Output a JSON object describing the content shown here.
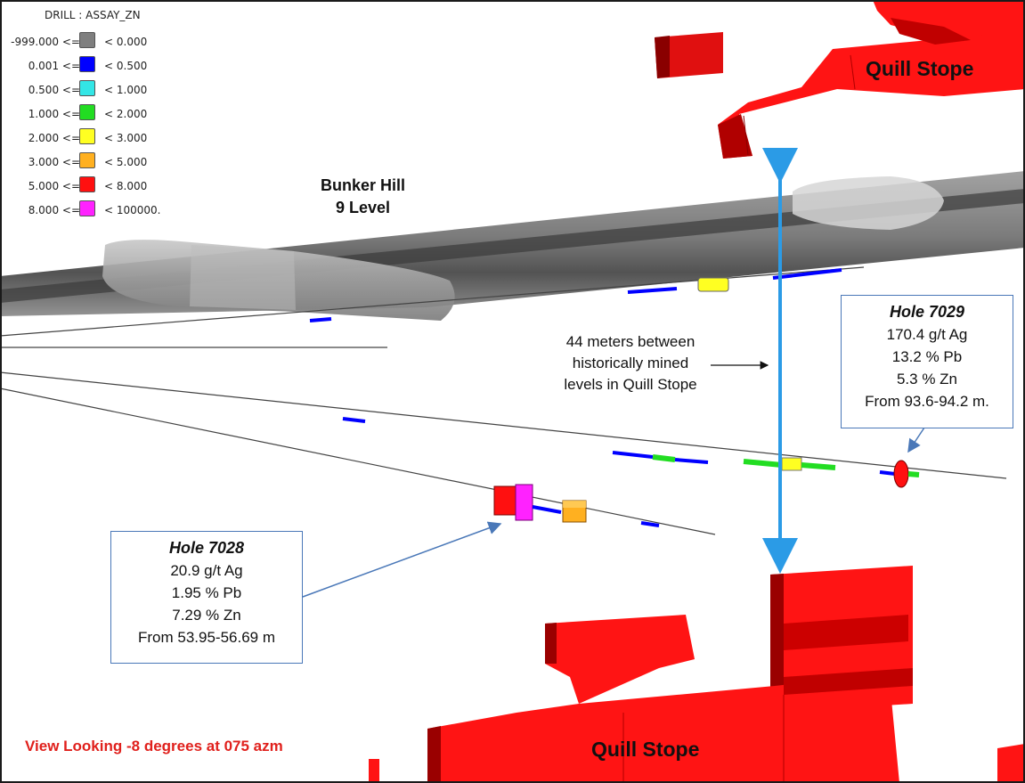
{
  "legend": {
    "title": "DRILL : ASSAY_ZN",
    "rows": [
      {
        "low": "-999.000 <=",
        "high": "< 0.000",
        "color": "#7f7f7f"
      },
      {
        "low": "0.001 <=",
        "high": "< 0.500",
        "color": "#0000ff"
      },
      {
        "low": "0.500 <=",
        "high": "< 1.000",
        "color": "#33e6e6"
      },
      {
        "low": "1.000 <=",
        "high": "< 2.000",
        "color": "#22dd22"
      },
      {
        "low": "2.000 <=",
        "high": "< 3.000",
        "color": "#ffff22"
      },
      {
        "low": "3.000 <=",
        "high": "< 5.000",
        "color": "#ffb020"
      },
      {
        "low": "5.000 <=",
        "high": "< 8.000",
        "color": "#ff1010"
      },
      {
        "low": "8.000 <=",
        "high": "< 100000.",
        "color": "#ff22ff"
      }
    ]
  },
  "level_label": {
    "line1": "Bunker Hill",
    "line2": "9 Level"
  },
  "stope_top_label": "Quill Stope",
  "stope_bottom_label": "Quill Stope",
  "annotation": {
    "line1": "44 meters between",
    "line2": "historically mined",
    "line3": "levels in Quill Stope"
  },
  "hole_7029": {
    "title": "Hole 7029",
    "ag": "170.4 g/t Ag",
    "pb": "13.2 % Pb",
    "zn": "5.3 % Zn",
    "from": "From 93.6-94.2 m."
  },
  "hole_7028": {
    "title": "Hole 7028",
    "ag": "20.9 g/t Ag",
    "pb": "1.95 % Pb",
    "zn": "7.29 % Zn",
    "from": "From 53.95-56.69 m"
  },
  "view_label": "View Looking -8 degrees at 075 azm",
  "colors": {
    "stope_red": "#ff1010",
    "stope_dark": "#8a0000",
    "drift_gray": "#7a7a7a",
    "arrow_blue": "#2b9be6",
    "callout_border": "#4a78b8",
    "view_label_red": "#e0201c"
  }
}
